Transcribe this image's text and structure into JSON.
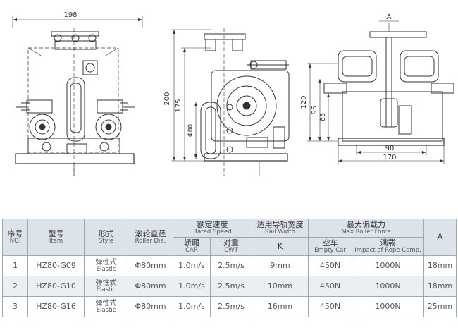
{
  "drawings": {
    "front": {
      "dim_width": "198",
      "dim_height_total": "200",
      "dim_height_mid": "175"
    },
    "side": {
      "dim_roller_dia": "Φ80"
    },
    "right": {
      "label_a": "A",
      "dim_120": "120",
      "dim_95": "95",
      "dim_65": "65",
      "dim_90": "90",
      "dim_170": "170"
    }
  },
  "table": {
    "headers": {
      "no": {
        "zh": "序号",
        "en": "NO."
      },
      "model": {
        "zh": "型号",
        "en": "Item"
      },
      "style": {
        "zh": "形式",
        "en": "Style"
      },
      "roller": {
        "zh": "滚轮直径",
        "en": "Roller Dia."
      },
      "speed": {
        "zh": "额定速度",
        "en": "Rated Speed"
      },
      "speed_car": {
        "zh": "轿厢",
        "en": "CAR"
      },
      "speed_cwt": {
        "zh": "对重",
        "en": "CWT"
      },
      "rail": {
        "zh": "适用导轨宽度",
        "en": "Rail Width"
      },
      "rail_sub": "K",
      "force": {
        "zh": "最大偏载力",
        "en": "Max Roller Force"
      },
      "force_empty": {
        "zh": "空车",
        "en": "Empty Car"
      },
      "force_full": {
        "zh": "满载",
        "en": "Impact of Rope Comp."
      },
      "a": "A"
    },
    "rows": [
      {
        "no": "1",
        "model": "HZ80-G09",
        "style_zh": "弹性式",
        "style_en": "Elastic",
        "roller": "Φ80mm",
        "car": "1.0m/s",
        "cwt": "2.5m/s",
        "rail": "9mm",
        "empty": "450N",
        "full": "1000N",
        "a": "18mm"
      },
      {
        "no": "2",
        "model": "HZ80-G10",
        "style_zh": "弹性式",
        "style_en": "Elastic",
        "roller": "Φ80mm",
        "car": "1.0m/s",
        "cwt": "2.5m/s",
        "rail": "10mm",
        "empty": "450N",
        "full": "1000N",
        "a": "18mm"
      },
      {
        "no": "3",
        "model": "HZ80-G16",
        "style_zh": "弹性式",
        "style_en": "Elastic",
        "roller": "Φ80mm",
        "car": "1.0m/s",
        "cwt": "2.5m/s",
        "rail": "16mm",
        "empty": "450N",
        "full": "1000N",
        "a": "25mm"
      }
    ]
  }
}
